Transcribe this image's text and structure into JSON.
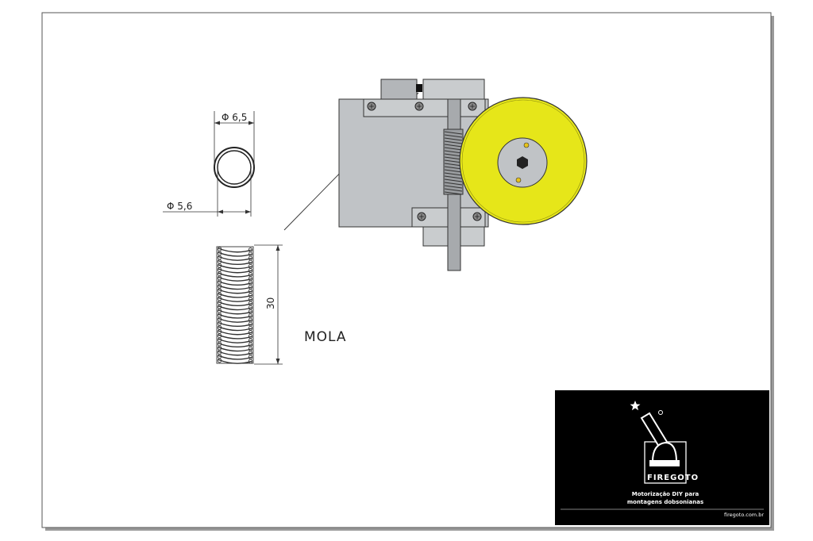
{
  "drawing": {
    "dim_outer_diameter": "Φ 6,5",
    "dim_inner_diameter": "Φ 5,6",
    "dim_length": "30",
    "part_label": "MOLA"
  },
  "logo": {
    "brand": "FIREGOTO",
    "tagline_line1": "Motorização DIY para",
    "tagline_line2": "montagens dobsonianas",
    "url": "firegoto.com.br"
  },
  "colors": {
    "wheel": "#e6e619",
    "housing": "#c0c3c6",
    "logo_bg": "#000000"
  }
}
